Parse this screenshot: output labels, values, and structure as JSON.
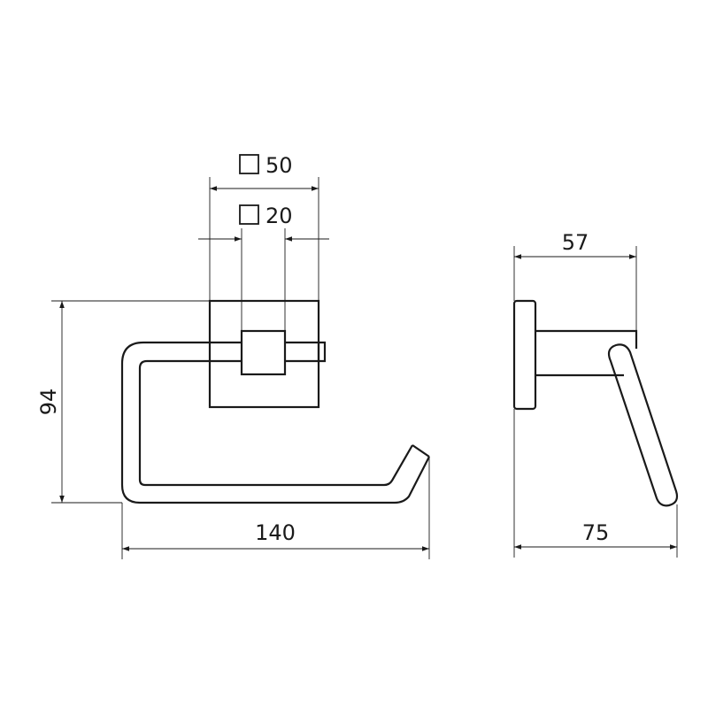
{
  "dimensions": {
    "base_square": {
      "symbol": "square",
      "value": "50"
    },
    "tube_square": {
      "symbol": "square",
      "value": "20"
    },
    "height": "94",
    "width": "140",
    "depth": "57",
    "side_depth": "75"
  }
}
